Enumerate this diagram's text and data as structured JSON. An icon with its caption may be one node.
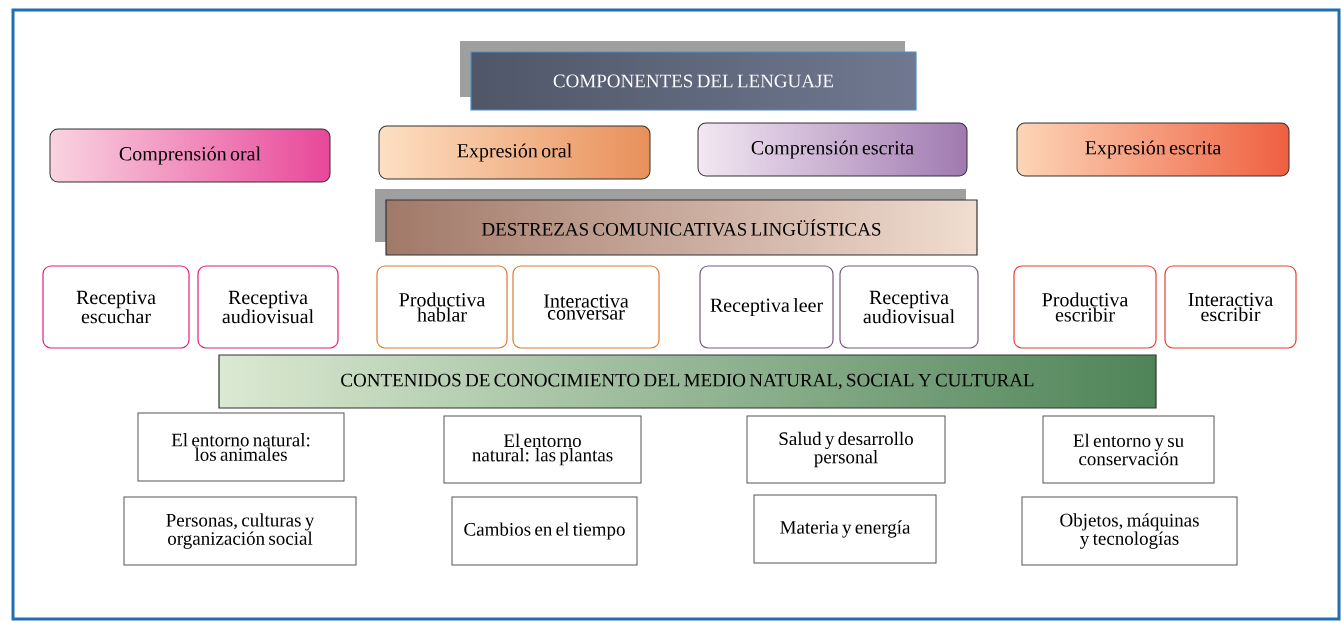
{
  "diagram": {
    "nodes": [
      {
        "text": [
          "COMPONENTES DEL LENGUAJE"
        ]
      },
      {
        "text": [
          "Comprensión oral"
        ]
      },
      {
        "text": [
          "Expresión oral"
        ]
      },
      {
        "text": [
          "Comprensión escrita"
        ]
      },
      {
        "text": [
          "Expresión escrita"
        ]
      },
      {
        "text": [
          "DESTREZAS COMUNICATIVAS LINGÜÍSTICAS"
        ]
      },
      {
        "text": [
          "Receptiva escuchar"
        ]
      },
      {
        "text": [
          "Receptiva audiovisual"
        ]
      },
      {
        "text": [
          "Productiva hablar"
        ]
      },
      {
        "text": [
          "Interactiva conversar"
        ]
      },
      {
        "text": [
          "Receptiva leer"
        ]
      },
      {
        "text": [
          "Receptiva audiovisual"
        ]
      },
      {
        "text": [
          "Productiva escribir"
        ]
      },
      {
        "text": [
          "Interactiva escribir"
        ]
      },
      {
        "text": [
          "CONTENIDOS DE CONOCIMIENTO DEL MEDIO NATURAL, SOCIAL Y CULTURAL"
        ]
      },
      {
        "text": [
          "El entorno natural: los animales"
        ]
      },
      {
        "text": [
          "El entorno natural: las plantas"
        ]
      },
      {
        "text": [
          "Salud y desarrollo personal"
        ]
      },
      {
        "text": [
          "El entorno y su conservación"
        ]
      },
      {
        "text": [
          "Personas, culturas y organización social"
        ]
      },
      {
        "text": [
          "Cambios en el tiempo"
        ]
      },
      {
        "text": [
          "Materia y energía"
        ]
      },
      {
        "text": [
          "Objetos, máquinas y tecnologías"
        ]
      }
    ]
  }
}
